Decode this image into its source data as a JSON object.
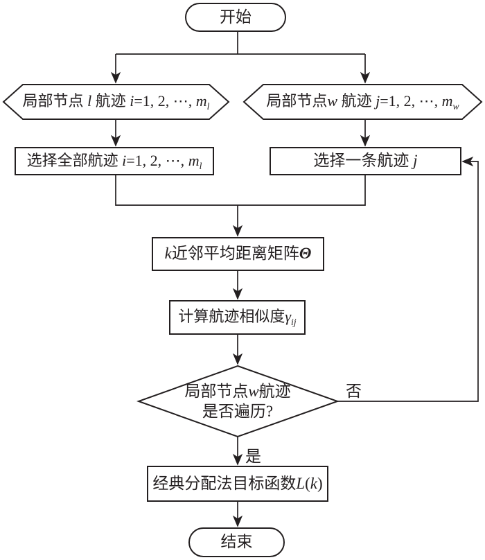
{
  "colors": {
    "stroke": "#231f20",
    "background": "#ffffff"
  },
  "nodes": {
    "start": {
      "label": "开始"
    },
    "hex_left": {
      "cn1": "局部节点 ",
      "var1": "l",
      "cn2": " 航迹 ",
      "var2": "i",
      "seq": "=1, 2, ⋯, ",
      "var3": "m",
      "sub": "l"
    },
    "hex_right": {
      "cn1": "局部节点",
      "var1": "w",
      "cn2": " 航迹 ",
      "var2": "j",
      "seq": "=1, 2, ⋯, ",
      "var3": "m",
      "sub": "w"
    },
    "select_all": {
      "cn": "选择全部航迹 ",
      "var1": "i",
      "seq": "=1, 2, ⋯, ",
      "var2": "m",
      "sub": "l"
    },
    "select_one": {
      "cn": "选择一条航迹 ",
      "var": "j"
    },
    "knn_matrix": {
      "var": "k",
      "cn": "近邻平均距离矩阵",
      "sym": "Θ"
    },
    "similarity": {
      "cn": "计算航迹相似度",
      "sym": "γ",
      "sub": "ij"
    },
    "decision": {
      "line1_cn1": "局部节点",
      "line1_var": "w",
      "line1_cn2": "航迹",
      "line2": "是否遍历?"
    },
    "objective": {
      "cn": "经典分配法目标函数",
      "var1": "L",
      "p1": "(",
      "var2": "k",
      "p2": ")"
    },
    "end": {
      "label": "结束"
    }
  },
  "edge_labels": {
    "no": "否",
    "yes": "是"
  }
}
